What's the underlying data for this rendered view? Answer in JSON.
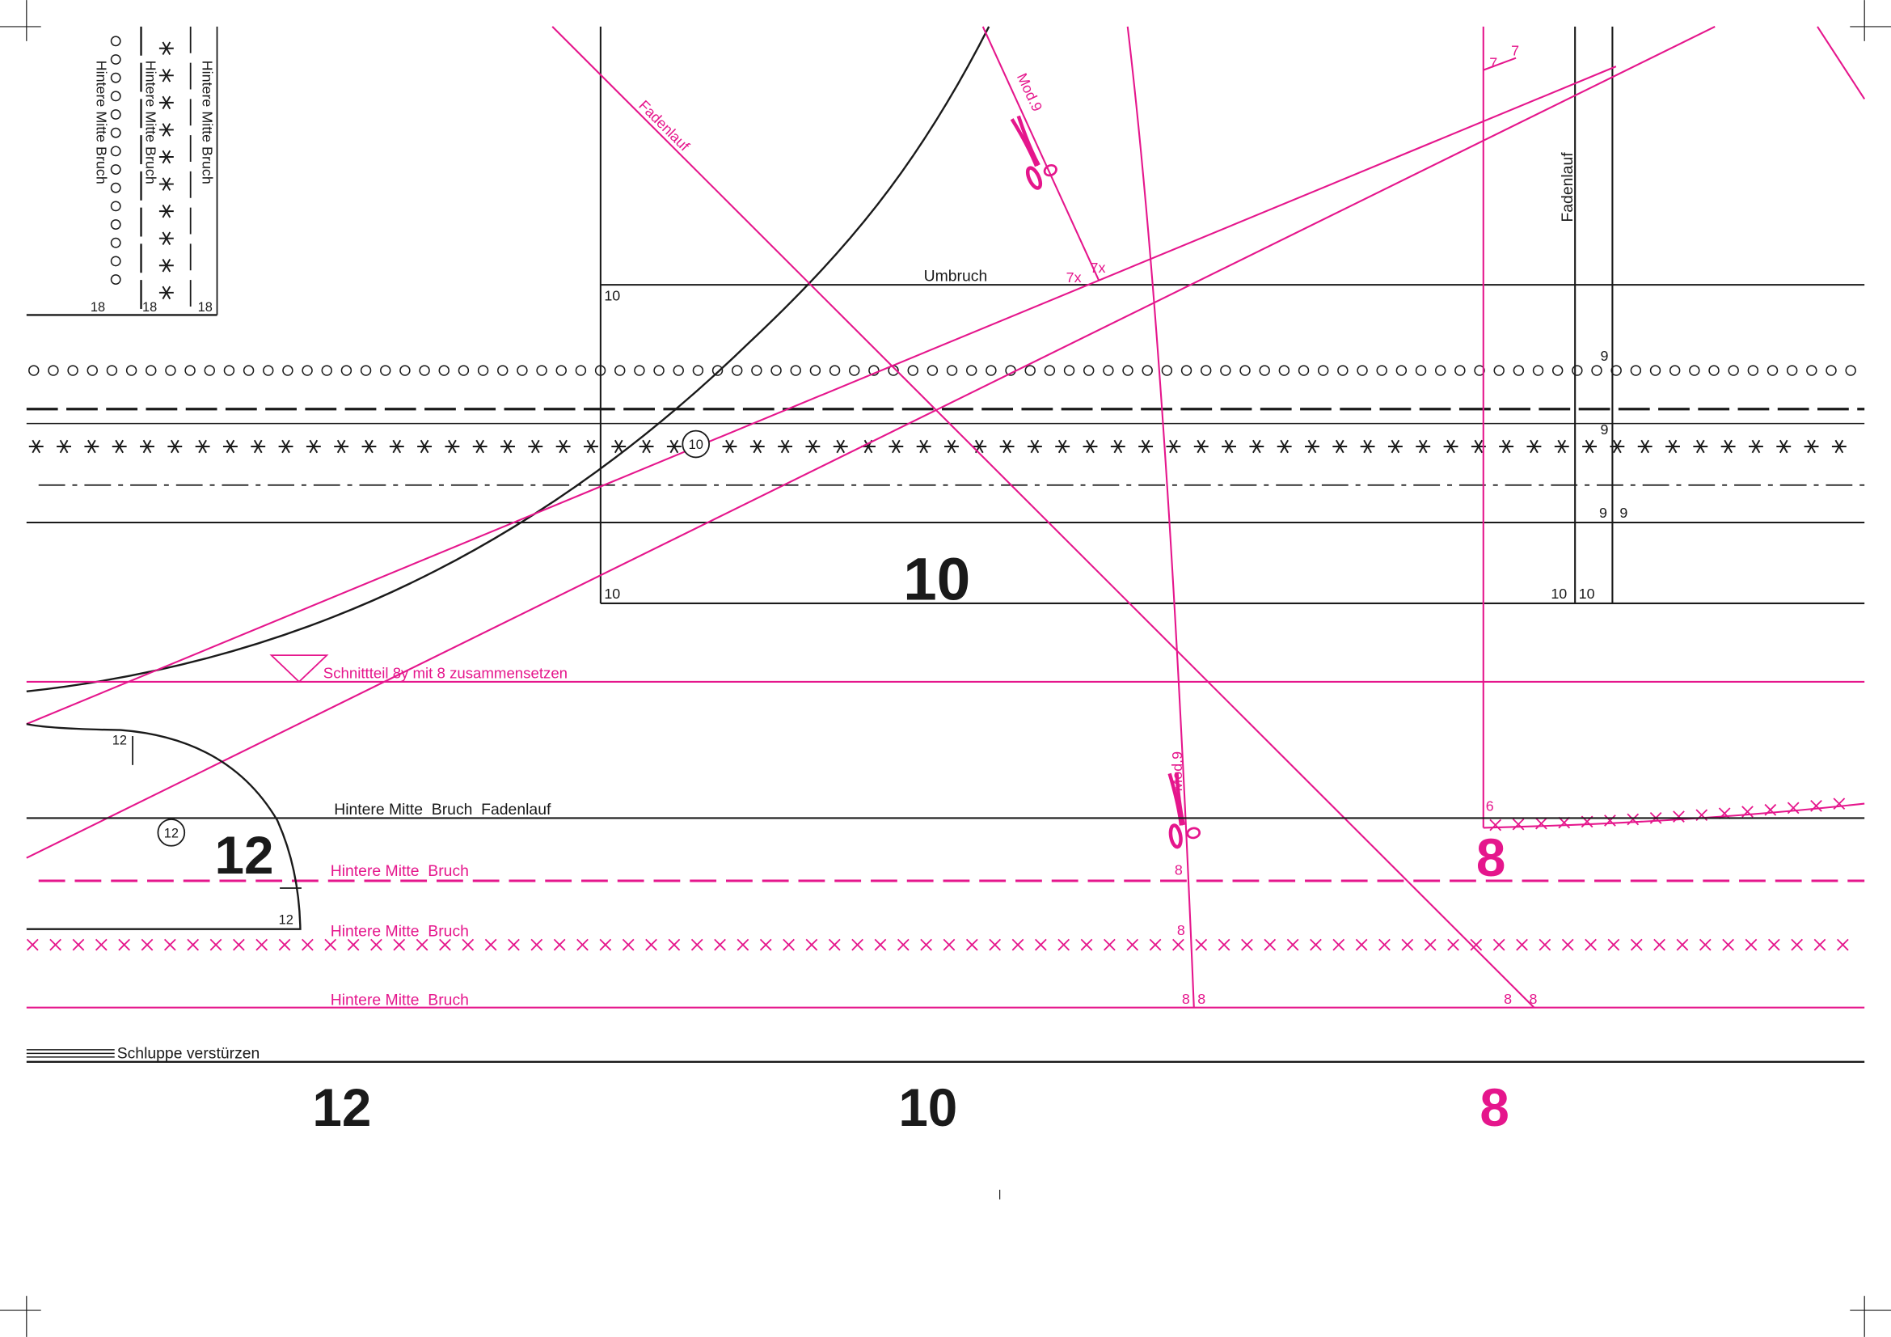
{
  "colors": {
    "ink": "#1a1a1a",
    "magenta": "#e5168c"
  },
  "top_left_block": {
    "hm_bruch_1": "Hintere Mitte  Bruch",
    "hm_bruch_2": "Hintere Mitte  Bruch",
    "hm_bruch_3": "Hintere Mitte  Bruch",
    "num_a": "18",
    "num_b": "18",
    "num_c": "18"
  },
  "piece_10": {
    "umbruch": "Umbruch",
    "fadenlauf_diag": "Fadenlauf",
    "fadenlauf_vert": "Fadenlauf",
    "size_big": "10",
    "corner_tl": "10",
    "corner_bl": "10",
    "corner_br1": "10",
    "corner_br2": "10",
    "mark_9a": "9",
    "mark_9b": "9",
    "mark_9c": "9",
    "mark_9d": "9",
    "mark_7a": "7",
    "mark_7b": "7",
    "mark_7x_a": "7x",
    "mark_7x_b": "7x",
    "circle_num": "10"
  },
  "mod9": {
    "label_top": "Mod.9",
    "label_bottom": "Mod.9"
  },
  "instruction": "Schnittteil 8y mit 8 zusammensetzen",
  "piece_12": {
    "hm_bruch_fadenlauf": "Hintere Mitte  Bruch  Fadenlauf",
    "mark_top": "12",
    "mark_bottom": "12",
    "circle_num": "12",
    "size_big": "12"
  },
  "magenta_rows": {
    "hm_bruch_dash": "Hintere Mitte  Bruch",
    "hm_bruch_cross": "Hintere Mitte  Bruch",
    "hm_bruch_solid": "Hintere Mitte  Bruch",
    "m8_a": "8",
    "m8_b": "8",
    "m8_c": "8",
    "m8_d": "8",
    "m8_e": "8",
    "m8_f": "8",
    "m6": "6",
    "size_big_8": "8"
  },
  "schluppe": "Schluppe verstürzen",
  "legend_sizes": {
    "s12": "12",
    "s10": "10",
    "s8": "8"
  }
}
